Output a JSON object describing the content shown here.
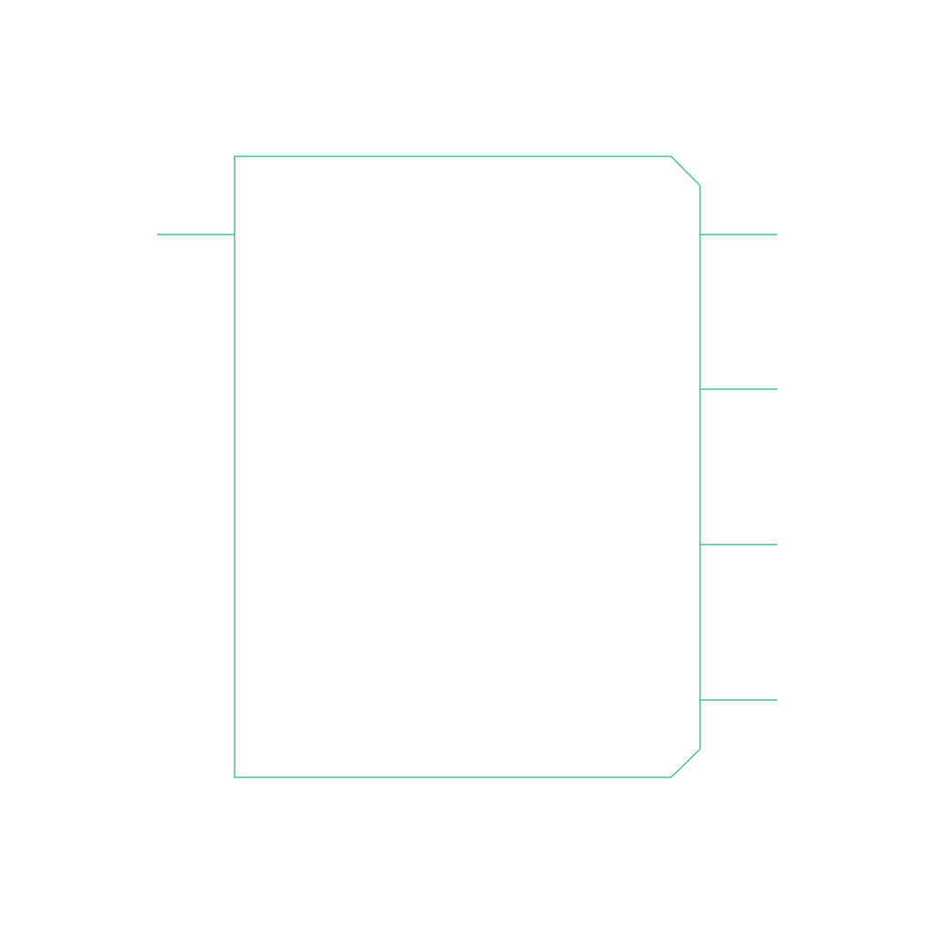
{
  "diagram": {
    "shape": "rectangle-with-chamfered-right-corners",
    "stroke_color": "#2bb673",
    "background_color": "#ffffff",
    "left_leads": 1,
    "right_leads": 4
  }
}
